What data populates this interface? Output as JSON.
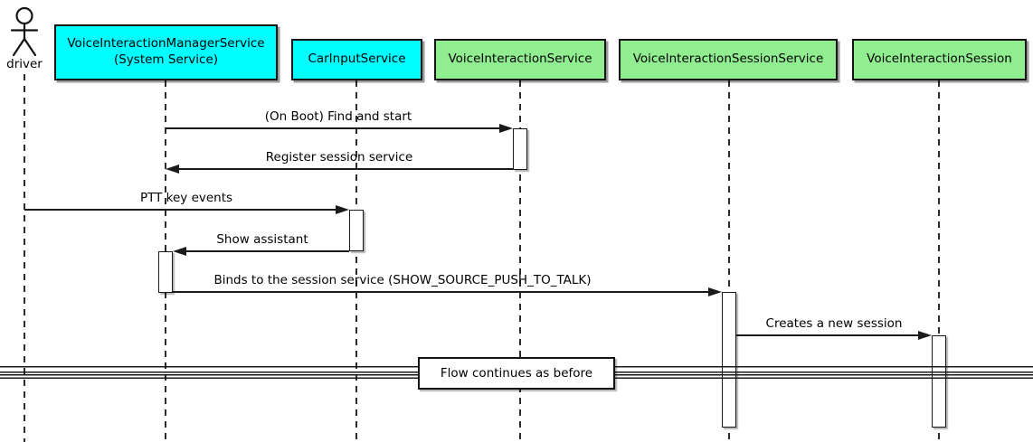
{
  "diagram": {
    "type": "sequence-diagram",
    "actor": {
      "name": "driver"
    },
    "participants": [
      {
        "name": "VoiceInteractionManagerService",
        "subtitle": "(System Service)",
        "fill": "#00FFFF"
      },
      {
        "name": "CarInputService",
        "fill": "#00FFFF"
      },
      {
        "name": "VoiceInteractionService",
        "fill": "#90EE90"
      },
      {
        "name": "VoiceInteractionSessionService",
        "fill": "#90EE90"
      },
      {
        "name": "VoiceInteractionSession",
        "fill": "#90EE90"
      }
    ],
    "messages": [
      {
        "from": "VoiceInteractionManagerService",
        "to": "VoiceInteractionService",
        "label": "(On Boot) Find and start"
      },
      {
        "from": "VoiceInteractionService",
        "to": "VoiceInteractionManagerService",
        "label": "Register session service"
      },
      {
        "from": "driver",
        "to": "CarInputService",
        "label": "PTT key events"
      },
      {
        "from": "CarInputService",
        "to": "VoiceInteractionManagerService",
        "label": "Show assistant"
      },
      {
        "from": "VoiceInteractionManagerService",
        "to": "VoiceInteractionSessionService",
        "label": "Binds to the session service (SHOW_SOURCE_PUSH_TO_TALK)"
      },
      {
        "from": "VoiceInteractionSessionService",
        "to": "VoiceInteractionSession",
        "label": "Creates a new session"
      }
    ],
    "divider": {
      "label": "Flow continues as before"
    },
    "colors": {
      "participant_cyan": "#00FFFF",
      "participant_green": "#90EE90",
      "line": "#1A1A1A",
      "background": "#FFFFFF"
    }
  }
}
